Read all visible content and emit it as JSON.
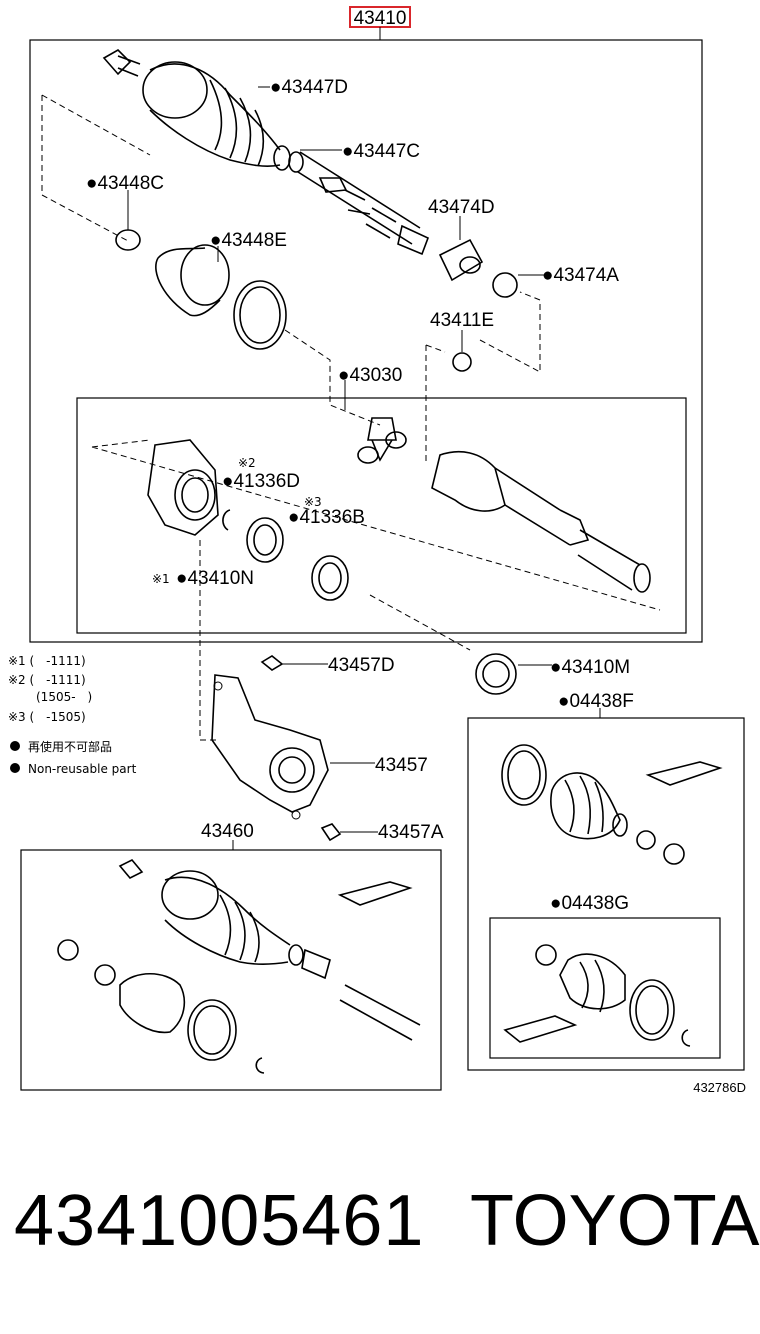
{
  "main_part_number": "43410",
  "labels": {
    "p43447D": "●43447D",
    "p43447C": "●43447C",
    "p43448C": "●43448C",
    "p43448E": "●43448E",
    "p43474D": "43474D",
    "p43474A": "●43474A",
    "p43411E": "43411E",
    "p43030": "●43030",
    "p41336D": "●41336D",
    "p41336B": "●41336B",
    "p43410N": "●43410N",
    "p43457D": "43457D",
    "p43410M": "●43410M",
    "p43457": "43457",
    "p04438F": "●04438F",
    "p43460": "43460",
    "p43457A": "43457A",
    "p04438G": "●04438G"
  },
  "marks": {
    "m2": "※2",
    "m3": "※3",
    "m1": "※1"
  },
  "notes": {
    "n1": "※1 (　-1111)",
    "n2": "※2 (　-1111)",
    "n2b": "(1505-　)",
    "n3": "※3 (　-1505)",
    "legend_ja": "再使用不可部品",
    "legend_en": "Non-reusable part"
  },
  "drawing_ref": "432786D",
  "footer": {
    "part_number": "4341005461",
    "brand": "TOYOTA"
  },
  "colors": {
    "highlight_box": "#d9262b"
  }
}
